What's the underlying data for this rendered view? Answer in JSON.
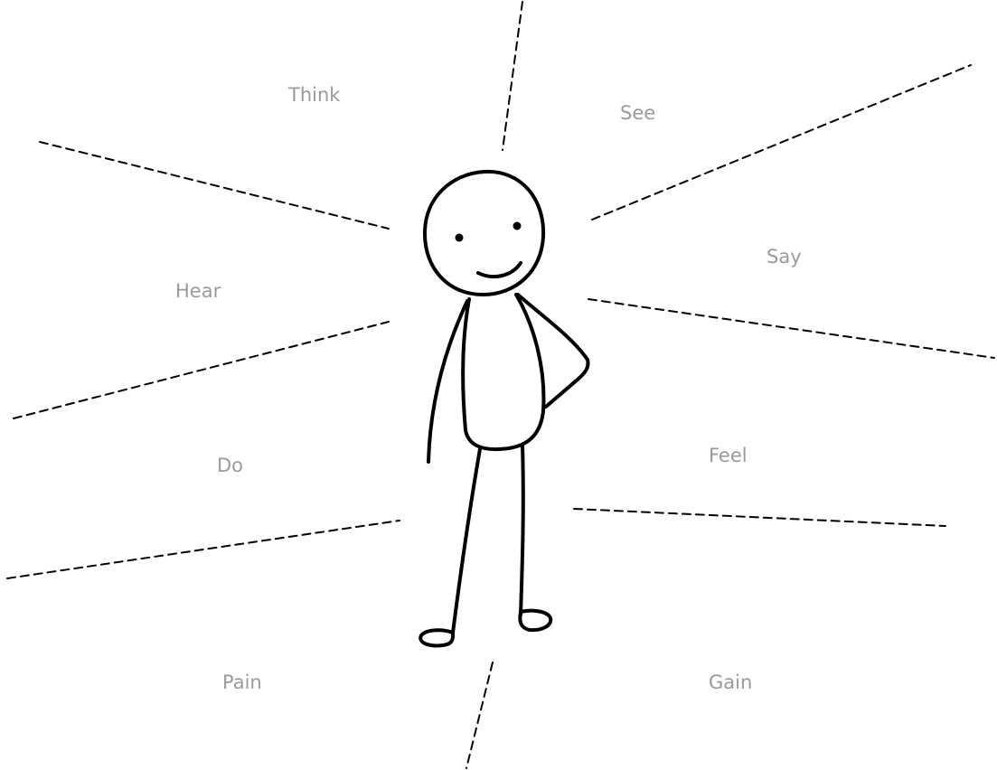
{
  "diagram": {
    "labels": {
      "think": "Think",
      "see": "See",
      "say": "Say",
      "hear": "Hear",
      "do": "Do",
      "feel": "Feel",
      "pain": "Pain",
      "gain": "Gain"
    },
    "colors": {
      "label": "#9a9a9a",
      "stroke": "#000000",
      "background": "#ffffff"
    },
    "figure": "stick-figure-person"
  }
}
